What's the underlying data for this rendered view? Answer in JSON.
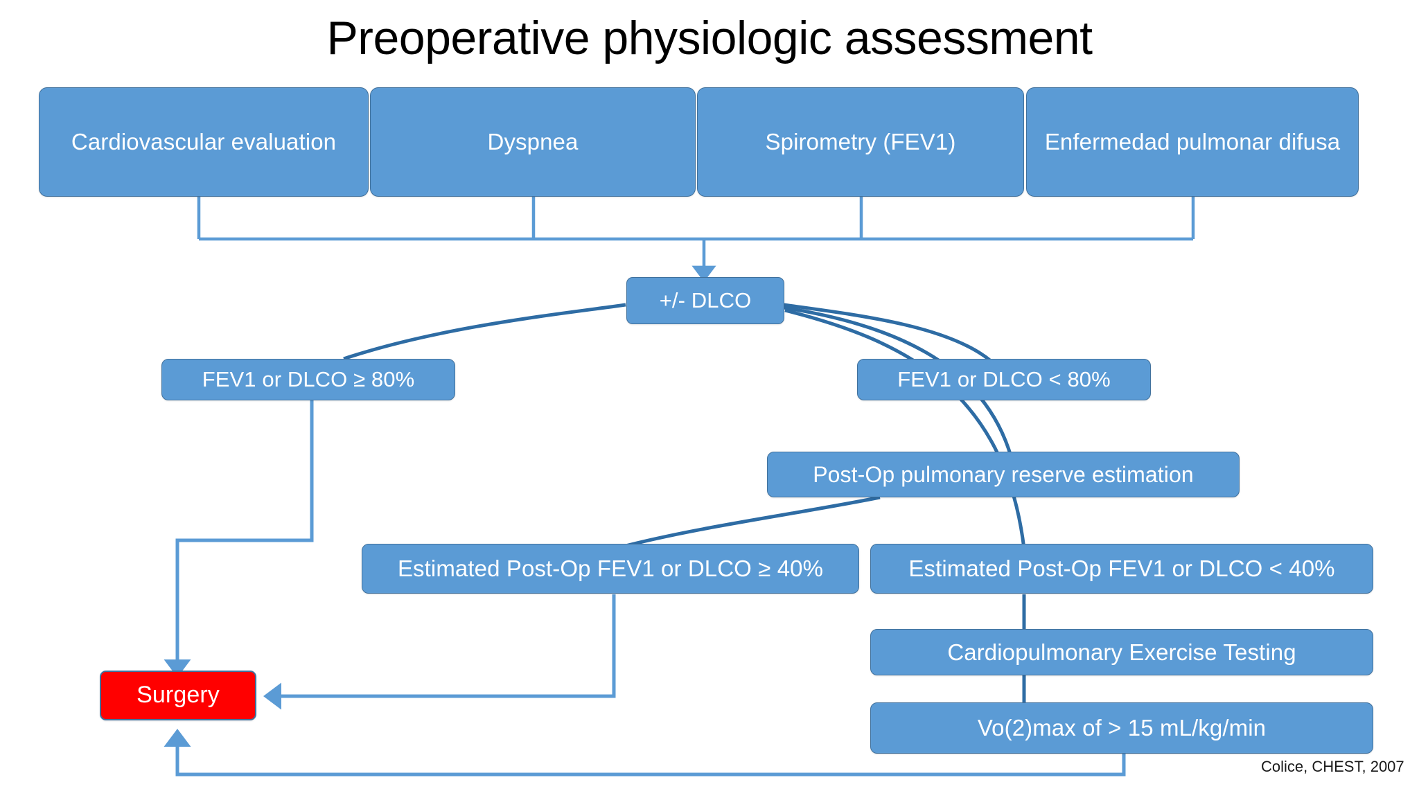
{
  "title": "Preoperative physiologic assessment",
  "citation": "Colice, CHEST, 2007",
  "colors": {
    "node_fill": "#5b9bd5",
    "node_border": "#41719c",
    "node_text": "#ffffff",
    "surgery_fill": "#ff0000",
    "connector_light": "#5b9bd5",
    "connector_dark": "#2e6ca4",
    "background": "#ffffff",
    "title_text": "#000000"
  },
  "chart_data": {
    "type": "diagram",
    "title": "Preoperative physiologic assessment",
    "nodes": [
      {
        "id": "cardiovascular",
        "label": "Cardiovascular evaluation"
      },
      {
        "id": "dyspnea",
        "label": "Dyspnea"
      },
      {
        "id": "spirometry",
        "label": "Spirometry (FEV1)"
      },
      {
        "id": "diffuse-lung",
        "label": "Enfermedad pulmonar difusa"
      },
      {
        "id": "dlco",
        "label": "+/- DLCO"
      },
      {
        "id": "fev-ge-80",
        "label": "FEV1 or DLCO ≥ 80%"
      },
      {
        "id": "fev-lt-80",
        "label": "FEV1 or DLCO < 80%"
      },
      {
        "id": "postop-reserve",
        "label": "Post-Op pulmonary reserve estimation"
      },
      {
        "id": "est-ge-40",
        "label": "Estimated Post-Op FEV1 or DLCO ≥ 40%"
      },
      {
        "id": "est-lt-40",
        "label": "Estimated Post-Op FEV1 or DLCO < 40%"
      },
      {
        "id": "cpet",
        "label": "Cardiopulmonary Exercise Testing"
      },
      {
        "id": "vo2max",
        "label": "Vo(2)max of > 15 mL/kg/min"
      },
      {
        "id": "surgery",
        "label": "Surgery"
      }
    ],
    "edges": [
      {
        "from": "cardiovascular",
        "to": "dlco"
      },
      {
        "from": "dyspnea",
        "to": "dlco"
      },
      {
        "from": "spirometry",
        "to": "dlco"
      },
      {
        "from": "diffuse-lung",
        "to": "dlco"
      },
      {
        "from": "dlco",
        "to": "fev-ge-80"
      },
      {
        "from": "dlco",
        "to": "fev-lt-80"
      },
      {
        "from": "dlco",
        "to": "postop-reserve"
      },
      {
        "from": "dlco",
        "to": "est-lt-40"
      },
      {
        "from": "fev-ge-80",
        "to": "surgery"
      },
      {
        "from": "postop-reserve",
        "to": "est-ge-40"
      },
      {
        "from": "est-ge-40",
        "to": "surgery"
      },
      {
        "from": "est-lt-40",
        "to": "cpet"
      },
      {
        "from": "cpet",
        "to": "vo2max"
      },
      {
        "from": "vo2max",
        "to": "surgery"
      }
    ]
  },
  "nodes": {
    "cardiovascular": {
      "label": "Cardiovascular evaluation"
    },
    "dyspnea": {
      "label": "Dyspnea"
    },
    "spirometry": {
      "label": "Spirometry (FEV1)"
    },
    "diffuse_lung": {
      "label": "Enfermedad pulmonar difusa"
    },
    "dlco": {
      "label": "+/- DLCO"
    },
    "fev_ge_80": {
      "label": "FEV1 or DLCO ≥ 80%"
    },
    "fev_lt_80": {
      "label": "FEV1 or DLCO < 80%"
    },
    "postop_reserve": {
      "label": "Post-Op pulmonary reserve estimation"
    },
    "est_ge_40": {
      "label": "Estimated Post-Op FEV1 or DLCO ≥ 40%"
    },
    "est_lt_40": {
      "label": "Estimated Post-Op FEV1 or DLCO < 40%"
    },
    "cpet": {
      "label": "Cardiopulmonary Exercise Testing"
    },
    "vo2max": {
      "label": "Vo(2)max of > 15 mL/kg/min"
    },
    "surgery": {
      "label": "Surgery"
    }
  }
}
